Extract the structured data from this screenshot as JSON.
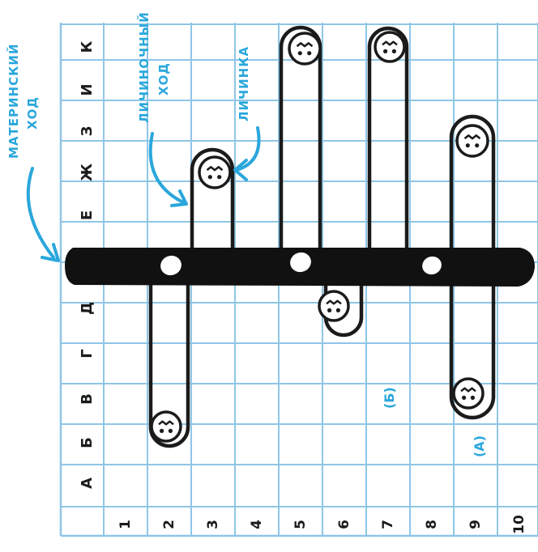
{
  "colors": {
    "grid": "#8fc6e6",
    "ink": "#1b1b1b",
    "accent": "#2aa7dc",
    "paper": "#ffffff"
  },
  "row_letters": [
    "А",
    "Б",
    "В",
    "Г",
    "Д",
    "Е",
    "Ж",
    "З",
    "И",
    "К"
  ],
  "col_numbers": [
    "1",
    "2",
    "3",
    "4",
    "5",
    "6",
    "7",
    "8",
    "9",
    "10"
  ],
  "labels": {
    "maternal_gallery": [
      "МАТЕРИНСКИЙ",
      "ХОД"
    ],
    "larval_gallery": [
      "ЛИЧИНОЧНЫЙ",
      "ХОД"
    ],
    "larva": "ЛИЧИНКА",
    "marker_a": "(А)",
    "marker_b": "(Б)"
  },
  "icons": {
    "larva": "larva-face-icon",
    "egg": "egg-hole-icon"
  }
}
